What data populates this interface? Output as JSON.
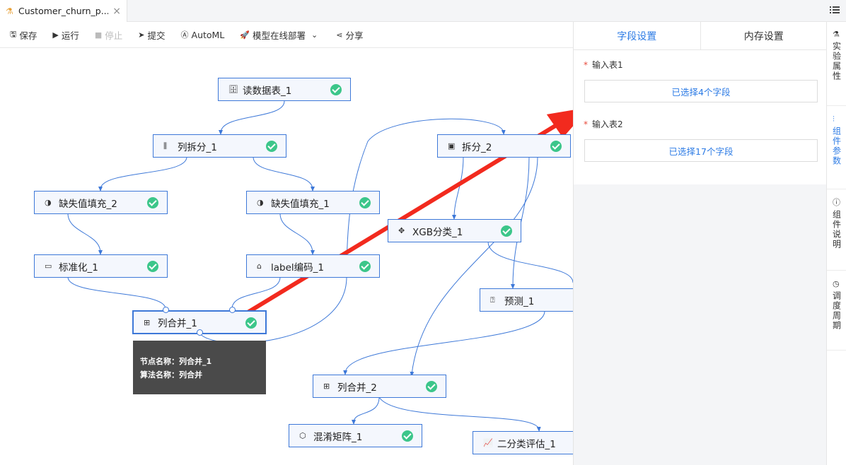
{
  "tab": {
    "title": "Customer_churn_p...",
    "close": "×"
  },
  "toolbar": {
    "save": "保存",
    "run": "运行",
    "stop": "停止",
    "submit": "提交",
    "automl": "AutoML",
    "deploy": "模型在线部署",
    "share": "分享"
  },
  "nodes": {
    "read_table": "读数据表_1",
    "col_split": "列拆分_1",
    "split2": "拆分_2",
    "fill2": "缺失值填充_2",
    "fill1": "缺失值填充_1",
    "xgb": "XGB分类_1",
    "std": "标准化_1",
    "label_enc": "label编码_1",
    "predict": "预测_1",
    "merge1": "列合并_1",
    "merge2": "列合并_2",
    "confusion": "混淆矩阵_1",
    "binary_eval": "二分类评估_1"
  },
  "tooltip": {
    "node_name": "节点名称：列合并_1",
    "algo_name": "算法名称：列合并"
  },
  "panel": {
    "tabs": [
      "字段设置",
      "内存设置"
    ],
    "input1_label": "输入表1",
    "input1_value": "已选择4个字段",
    "input2_label": "输入表2",
    "input2_value": "已选择17个字段"
  },
  "sidebar": {
    "items": [
      "实验属性",
      "组件参数",
      "组件说明",
      "调度周期"
    ]
  },
  "colors": {
    "accent": "#2c7be5",
    "success": "#3cc68a",
    "arrow": "#f22a1e"
  }
}
